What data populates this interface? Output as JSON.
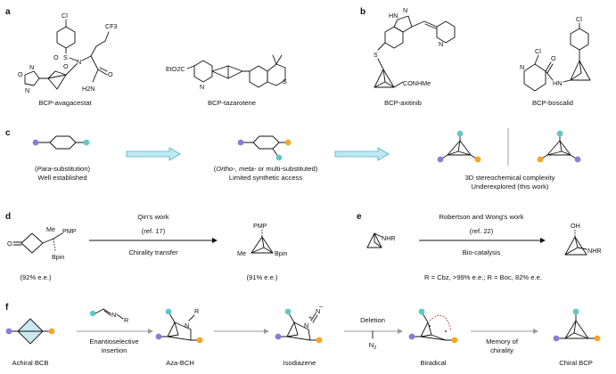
{
  "colors": {
    "purple": "#8b7cd9",
    "teal": "#5fc9c9",
    "orange": "#f5a623",
    "light_blue": "#cbe7f2",
    "red_dash": "#c0392b",
    "arrow_fill": "#bfe9f2"
  },
  "panel_a": {
    "letter": "a",
    "label_1": "BCP-avagacestat",
    "label_2": "BCP-tazarotene",
    "atoms": {
      "cl": "Cl",
      "cf3": "CF3",
      "s": "S",
      "o": "O",
      "n": "N",
      "nh2": "H2N",
      "o_amide": "O",
      "n_ox": "N",
      "o_ox": "O",
      "n_ox2": "N",
      "eto2c": "EtO2C",
      "n_pyr": "N",
      "s_thio": "S"
    }
  },
  "panel_b": {
    "letter": "b",
    "label_1": "BCP-axitinib",
    "label_2": "BCP-boscalid",
    "atoms": {
      "hn": "HN",
      "n": "N",
      "n_pyr": "N",
      "s": "S",
      "conhme": "CONHMe",
      "cl_top": "Cl",
      "cl": "Cl",
      "n_bos": "N",
      "hn_bos": "HN",
      "o_bos": "O"
    }
  },
  "panel_c": {
    "letter": "c",
    "para_pre": "(",
    "para_ital": "Para",
    "para_post": "-substitution)",
    "para_sub": "Well established",
    "om_pre": "(",
    "om_ital": "Ortho-, meta-",
    "om_post": " or multi-substituted)",
    "om_sub": "Limited synthetic access",
    "bcp_line1": "3D stereochemical complexity",
    "bcp_line2": "Underexplored (this work)"
  },
  "panel_d": {
    "letter": "d",
    "arrow_top1": "Qin's work",
    "arrow_top2": "(ref. 17)",
    "arrow_bottom": "Chirality transfer",
    "start_ee": "(92% e.e.)",
    "product_ee": "(91% e.e.)",
    "atoms": {
      "o": "O",
      "me": "Me",
      "pmp": "PMP",
      "bpin": "Bpin",
      "pmp2": "PMP",
      "me2": "Me",
      "bpin2": "Bpin"
    }
  },
  "panel_e": {
    "letter": "e",
    "arrow_top1": "Robertson and Wong's work",
    "arrow_top2": "(ref. 22)",
    "arrow_bottom": "Bio-catalysis",
    "result": "R = Cbz, >99% e.e.; R = Boc, 82% e.e.",
    "atoms": {
      "nhr": "NHR",
      "oh": "OH",
      "nhr2": "NHR"
    }
  },
  "panel_f": {
    "letter": "f",
    "steps": [
      "Achiral BCB",
      "Aza-BCH",
      "Isodiazene",
      "Biradical",
      "Chiral BCP"
    ],
    "step1_label1": "Enantioselective",
    "step1_label2": "insertion",
    "step3_top": "Deletion",
    "step3_bottom_n": "N",
    "step3_bottom_sub": "2",
    "step4_label1": "Memory of",
    "step4_label2": "chirality",
    "atoms": {
      "n_reagent": "N",
      "r_reagent": "R",
      "n_bch": "N",
      "r_bch": "R",
      "n_iso": "N",
      "n_iso2": "N",
      "plus": "+",
      "minus": "–"
    }
  }
}
